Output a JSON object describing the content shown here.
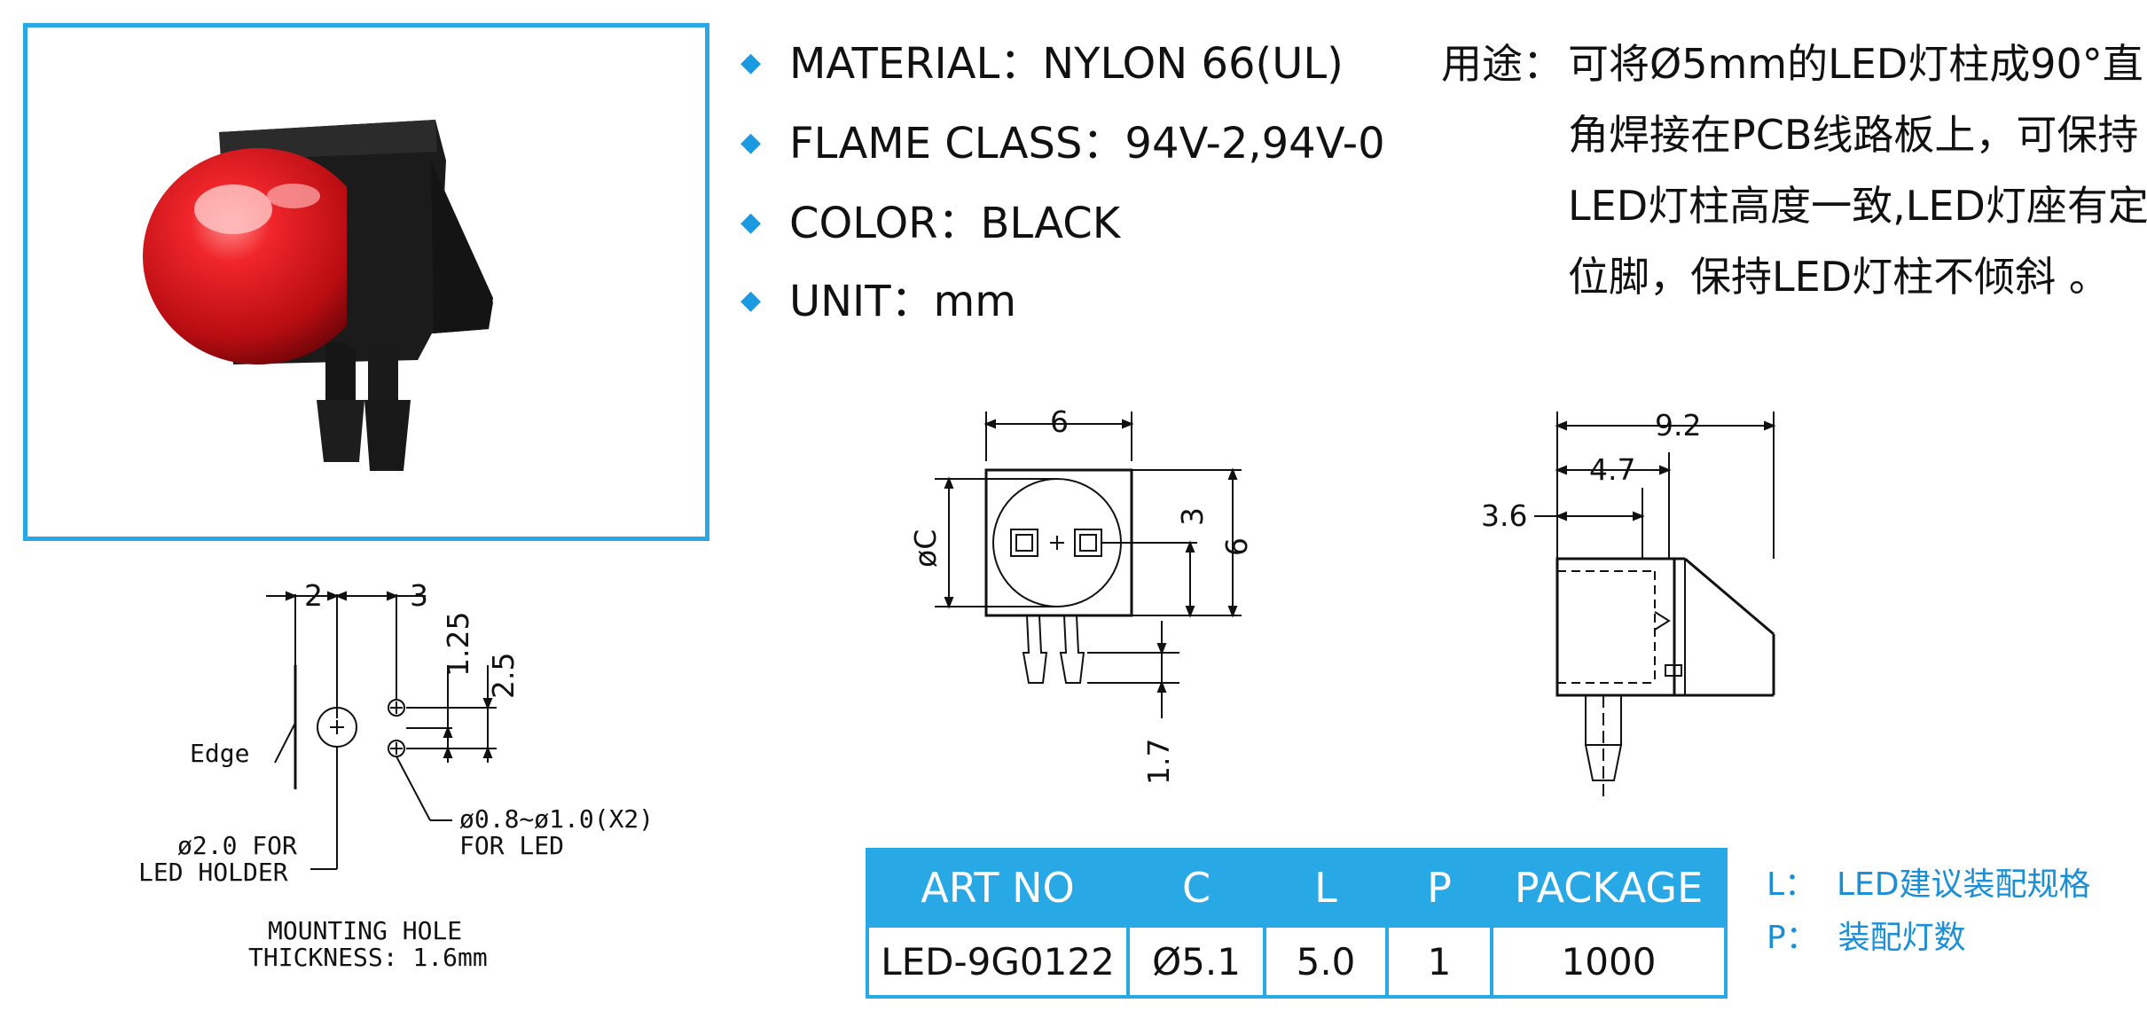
{
  "specs": [
    {
      "label": "MATERIAL：NYLON 66(UL)"
    },
    {
      "label": "FLAME CLASS：94V-2,94V-0"
    },
    {
      "label": "COLOR：BLACK"
    },
    {
      "label": "UNIT：mm"
    }
  ],
  "usage": {
    "heading": "用途：",
    "lines": [
      "可将Ø5mm的LED灯柱成90°直",
      "角焊接在PCB线路板上，可保持",
      "LED灯柱高度一致,LED灯座有定",
      "位脚，保持LED灯柱不倾斜 。"
    ]
  },
  "mounting": {
    "dim_2": "2",
    "dim_3": "3",
    "dim_125": "1.25",
    "dim_25": "2.5",
    "edge": "Edge",
    "holder_line1": "ø2.0 FOR",
    "holder_line2": "LED HOLDER",
    "led_line1": "ø0.8~ø1.0(X2)",
    "led_line2": "FOR LED",
    "title_line1": "MOUNTING HOLE",
    "title_line2": "THICKNESS: 1.6mm"
  },
  "front_view": {
    "dim_width": "6",
    "dim_height": "6",
    "dim_3": "3",
    "dim_phic": "øC",
    "dim_17": "1.7"
  },
  "side_view": {
    "dim_92": "9.2",
    "dim_47": "4.7",
    "dim_36": "3.6"
  },
  "table": {
    "headers": [
      "ART NO",
      "C",
      "L",
      "P",
      "PACKAGE"
    ],
    "rows": [
      [
        "LED-9G0122",
        "Ø5.1",
        "5.0",
        "1",
        "1000"
      ]
    ]
  },
  "legend": [
    {
      "key": "L：",
      "text": "LED建议装配规格"
    },
    {
      "key": "P：",
      "text": "装配灯数"
    }
  ],
  "colors": {
    "accent": "#29a8e6",
    "led_red": "#d8141c",
    "holder_black": "#1c1c1c"
  }
}
